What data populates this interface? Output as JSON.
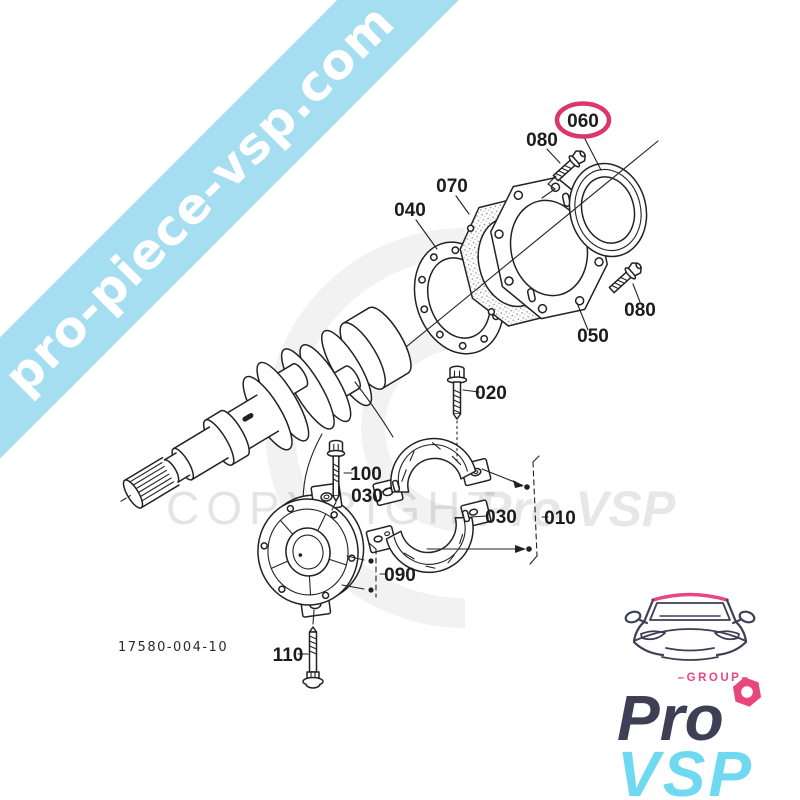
{
  "watermark_ribbon": {
    "text": "pro-piece-vsp.com",
    "color": "#A5DEF1"
  },
  "watermark_center": {
    "copyright": "COPYRIGHT",
    "brand": "Pro VSP"
  },
  "diagram": {
    "reference_number": "17580-004-10",
    "highlighted_part": "060",
    "labels": {
      "l040": "040",
      "l070": "070",
      "l080_top": "080",
      "l060": "060",
      "l050": "050",
      "l080_bottom": "080",
      "l020": "020",
      "l100": "100",
      "l030_upper": "030",
      "l030_lower": "030",
      "l010": "010",
      "l090": "090",
      "l110": "110"
    }
  },
  "logo": {
    "group": "–GROUP–",
    "name_top": "Pro",
    "name_bottom": "VSP",
    "colors": {
      "pink": "#E8477E",
      "navy": "#3E3E54",
      "blue": "#70D9F2"
    }
  },
  "colors": {
    "highlight_ring": "#D9386F",
    "line": "#222222"
  }
}
